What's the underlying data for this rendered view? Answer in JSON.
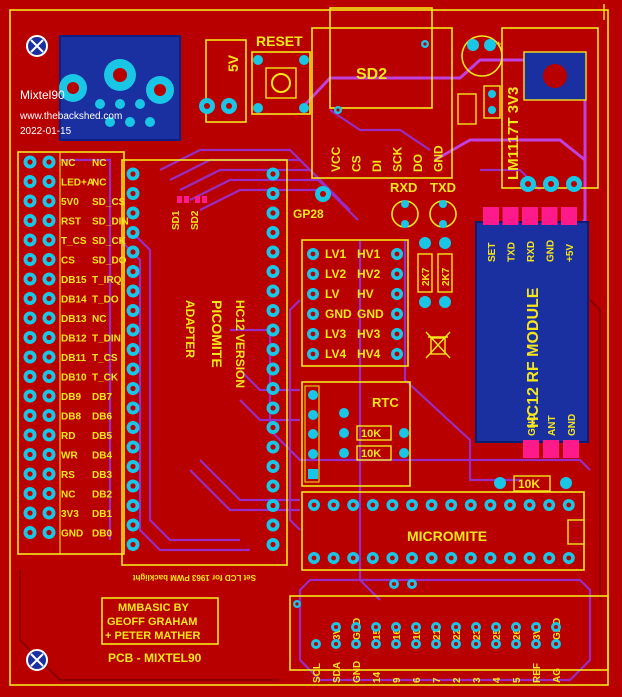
{
  "board": {
    "bg": "#b80000",
    "silk": "#f5e61c",
    "pad": "#19c6e6",
    "trace": "#9a2cc4",
    "module": "#1a2fa0",
    "pink": "#ff1a8c"
  },
  "info": {
    "name": "Mixtel90",
    "url": "www.thebackshed.com",
    "date": "2022-01-15"
  },
  "labels": {
    "reset": "RESET",
    "fivev": "5V",
    "sd2": "SD2",
    "reg": "LM1117T 3V3",
    "gp28": "GP28",
    "rxd": "RXD",
    "txd": "TXD",
    "sd1": "SD1",
    "sd2b": "SD2",
    "rtc": "RTC",
    "micromite": "MICROMITE",
    "picomite": "PICOMITE",
    "adapter": "ADAPTER",
    "version": "HC12 VERSION",
    "pcb": "PCB - MIXTEL90",
    "credit1": "MMBASIC BY",
    "credit2": "GEOFF GRAHAM",
    "credit3": "+ PETER MATHER",
    "lcdnote": "Set LCD for 1963 PWM backlight",
    "r1": "2K7",
    "r2": "2K7",
    "r3": "10K",
    "r4": "10K",
    "r5": "10K",
    "hc12": "HC12 RF MODULE",
    "hc12_top": [
      "SET",
      "TXD",
      "RXD",
      "GND",
      "+5V"
    ],
    "hc12_bottom": [
      "GND",
      "ANT",
      "GND"
    ],
    "sd_pins": [
      "VCC",
      "CS",
      "DI",
      "SCK",
      "DO",
      "GND"
    ]
  },
  "lcd_left": [
    "NC",
    "LED+A",
    "5V0",
    "RST",
    "T_CS",
    "CS",
    "DB15",
    "DB14",
    "DB13",
    "DB12",
    "DB11",
    "DB10",
    "DB9",
    "DB8",
    "RD",
    "WR",
    "RS",
    "NC",
    "3V3",
    "GND"
  ],
  "lcd_right": [
    "NC",
    "NC",
    "SD_CS",
    "SD_DIN",
    "SD_CK",
    "SD_DO",
    "T_IRQ",
    "T_DO",
    "NC",
    "T_DIN",
    "T_CS",
    "T_CK",
    "DB7",
    "DB6",
    "DB5",
    "DB4",
    "DB3",
    "DB2",
    "DB1",
    "DB0"
  ],
  "lv_left": [
    "LV1",
    "LV2",
    "LV",
    "GND",
    "LV3",
    "LV4"
  ],
  "lv_right": [
    "HV1",
    "HV2",
    "HV",
    "GND",
    "HV3",
    "HV4"
  ],
  "header_top": [
    "3V3",
    "GND",
    "15",
    "16",
    "10",
    "21",
    "22",
    "23",
    "25",
    "26",
    "3V3",
    "GND"
  ],
  "header_bottom": [
    "SCL",
    "SDA",
    "GND",
    "14",
    "9",
    "6",
    "7",
    "2",
    "3",
    "4",
    "5",
    "REF",
    "AG"
  ]
}
